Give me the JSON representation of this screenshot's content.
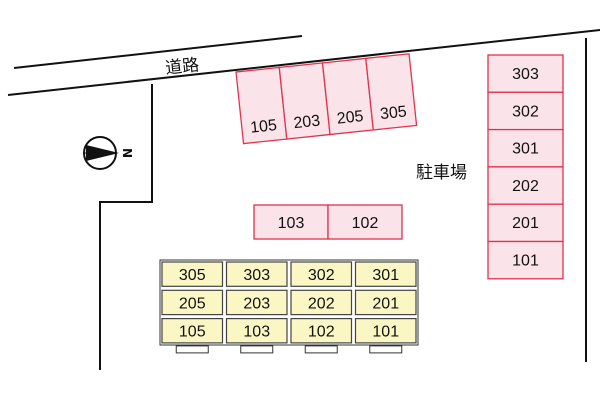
{
  "road": {
    "label": "道路"
  },
  "parking": {
    "label": "駐車場"
  },
  "compass": {
    "letter": "N"
  },
  "colors": {
    "parking_fill": "#fbe3ea",
    "parking_stroke": "#e0334f",
    "building_fill": "#fbf7c4",
    "building_stroke": "#444444"
  },
  "angled_parking_slots": [
    "105",
    "203",
    "205",
    "305"
  ],
  "middle_parking_slots": [
    "103",
    "102"
  ],
  "right_parking_slots": [
    "303",
    "302",
    "301",
    "202",
    "201",
    "101"
  ],
  "building_units": [
    [
      "305",
      "303",
      "302",
      "301"
    ],
    [
      "205",
      "203",
      "202",
      "201"
    ],
    [
      "105",
      "103",
      "102",
      "101"
    ]
  ]
}
